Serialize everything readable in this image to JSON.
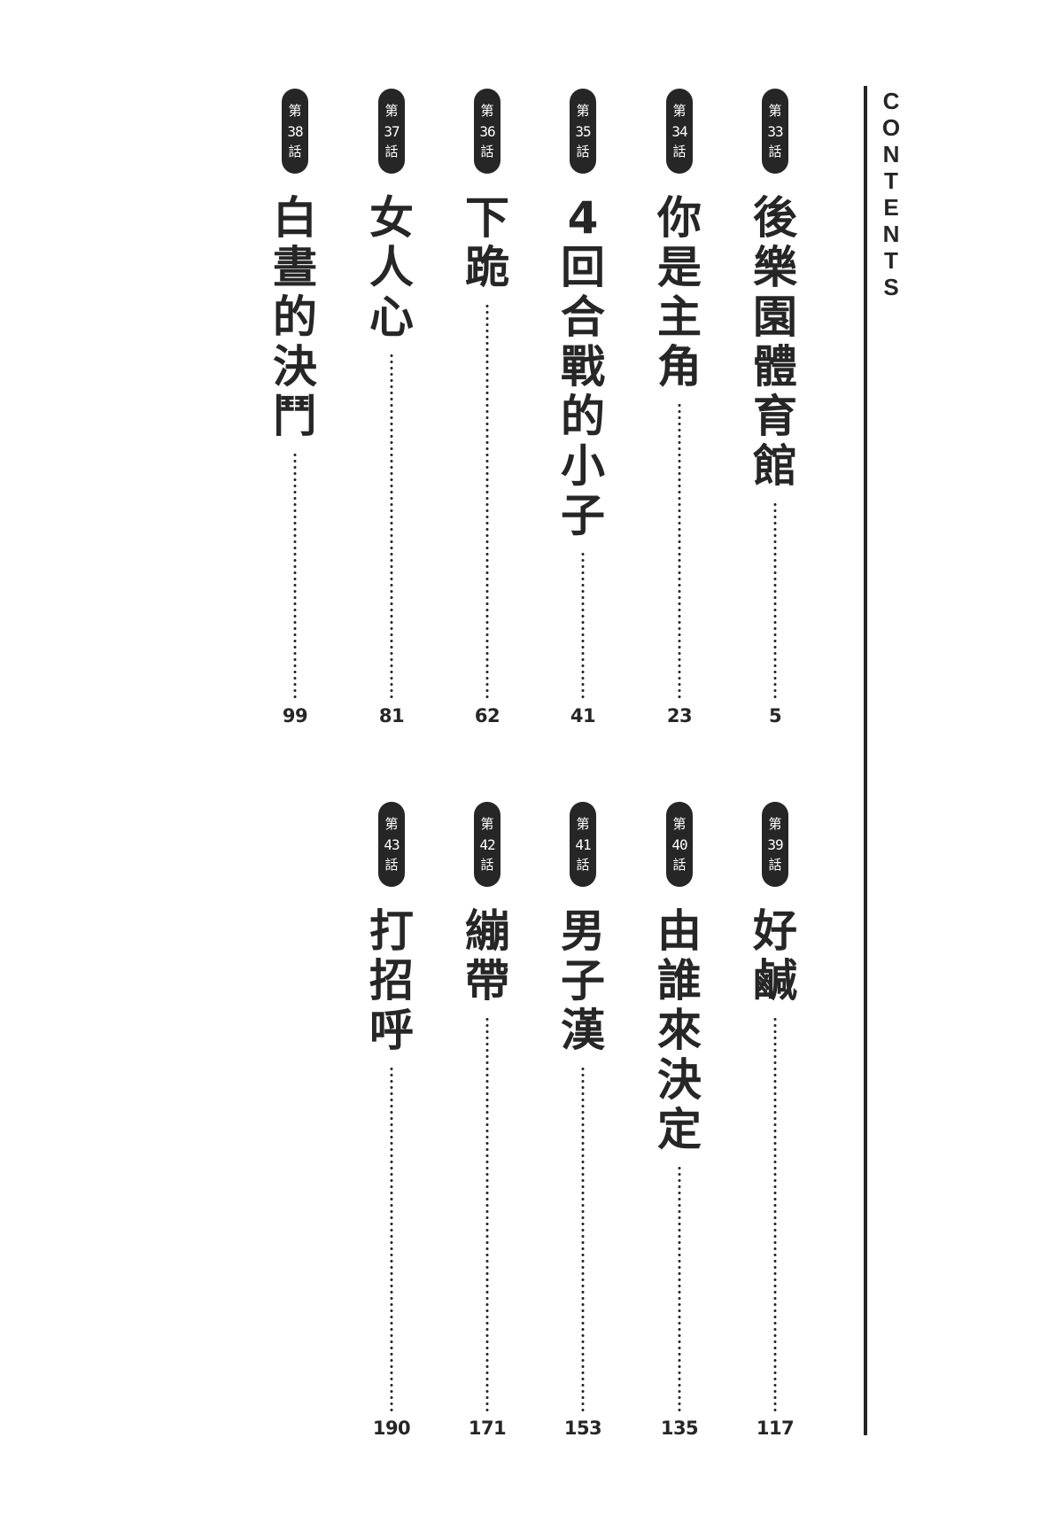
{
  "heading": {
    "letters": [
      "C",
      "O",
      "N",
      "T",
      "E",
      "N",
      "T",
      "S"
    ]
  },
  "entries_top": [
    {
      "prefix": "第",
      "number": "33",
      "suffix": "話",
      "title_chars": [
        "後",
        "樂",
        "園",
        "體",
        "育",
        "館"
      ],
      "title": "後樂園體育館",
      "page": "5"
    },
    {
      "prefix": "第",
      "number": "34",
      "suffix": "話",
      "title_chars": [
        "你",
        "是",
        "主",
        "角"
      ],
      "title": "你是主角",
      "page": "23"
    },
    {
      "prefix": "第",
      "number": "35",
      "suffix": "話",
      "title_chars": [
        "4",
        "回",
        "合",
        "戰",
        "的",
        "小",
        "子"
      ],
      "title": "4回合戰的小子",
      "page": "41"
    },
    {
      "prefix": "第",
      "number": "36",
      "suffix": "話",
      "title_chars": [
        "下",
        "跪"
      ],
      "title": "下跪",
      "page": "62"
    },
    {
      "prefix": "第",
      "number": "37",
      "suffix": "話",
      "title_chars": [
        "女",
        "人",
        "心"
      ],
      "title": "女人心",
      "page": "81"
    },
    {
      "prefix": "第",
      "number": "38",
      "suffix": "話",
      "title_chars": [
        "白",
        "晝",
        "的",
        "決",
        "鬥"
      ],
      "title": "白晝的決鬥",
      "page": "99"
    }
  ],
  "entries_bottom": [
    {
      "prefix": "第",
      "number": "39",
      "suffix": "話",
      "title_chars": [
        "好",
        "鹹"
      ],
      "title": "好鹹",
      "page": "117"
    },
    {
      "prefix": "第",
      "number": "40",
      "suffix": "話",
      "title_chars": [
        "由",
        "誰",
        "來",
        "決",
        "定"
      ],
      "title": "由誰來決定",
      "page": "135"
    },
    {
      "prefix": "第",
      "number": "41",
      "suffix": "話",
      "title_chars": [
        "男",
        "子",
        "漢"
      ],
      "title": "男子漢",
      "page": "153"
    },
    {
      "prefix": "第",
      "number": "42",
      "suffix": "話",
      "title_chars": [
        "繃",
        "帶"
      ],
      "title": "繃帶",
      "page": "171"
    },
    {
      "prefix": "第",
      "number": "43",
      "suffix": "話",
      "title_chars": [
        "打",
        "招",
        "呼"
      ],
      "title": "打招呼",
      "page": "190"
    }
  ],
  "colors": {
    "ink": "#262626",
    "paper": "#ffffff",
    "badge_text": "#ffffff"
  }
}
